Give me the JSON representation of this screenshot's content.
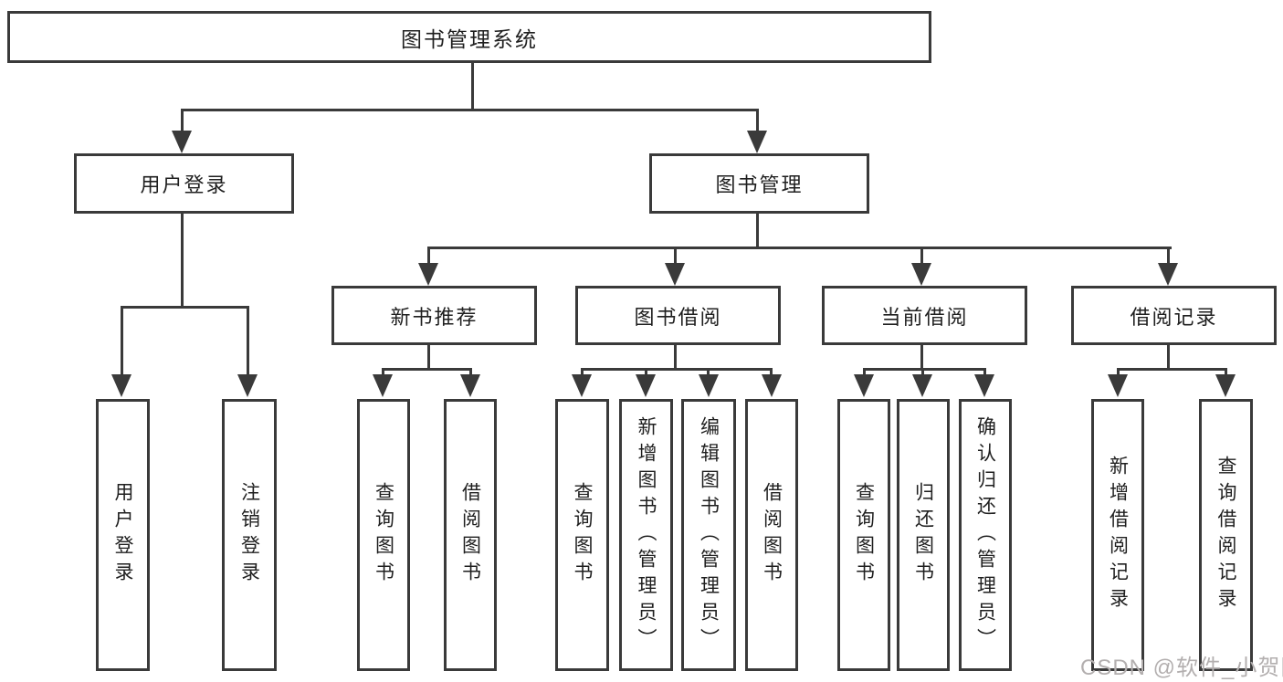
{
  "diagram": {
    "root": {
      "label": "图书管理系统"
    },
    "branches": [
      {
        "label": "用户登录",
        "children": [
          {
            "label": "用户登录"
          },
          {
            "label": "注销登录"
          }
        ]
      },
      {
        "label": "图书管理",
        "children": [
          {
            "label": "新书推荐",
            "children": [
              {
                "label": "查询图书"
              },
              {
                "label": "借阅图书"
              }
            ]
          },
          {
            "label": "图书借阅",
            "children": [
              {
                "label": "查询图书"
              },
              {
                "label": "新增图书（管理员）"
              },
              {
                "label": "编辑图书（管理员）"
              },
              {
                "label": "借阅图书"
              }
            ]
          },
          {
            "label": "当前借阅",
            "children": [
              {
                "label": "查询图书"
              },
              {
                "label": "归还图书"
              },
              {
                "label": "确认归还（管理员）"
              }
            ]
          },
          {
            "label": "借阅记录",
            "children": [
              {
                "label": "新增借阅记录"
              },
              {
                "label": "查询借阅记录"
              }
            ]
          }
        ]
      }
    ]
  },
  "watermark": {
    "text": "CSDN @软件_小贺同学"
  },
  "colors": {
    "line": "#3a3a3a",
    "text": "#1f1f1f",
    "background": "#ffffff",
    "watermark": "#b3afaf"
  }
}
